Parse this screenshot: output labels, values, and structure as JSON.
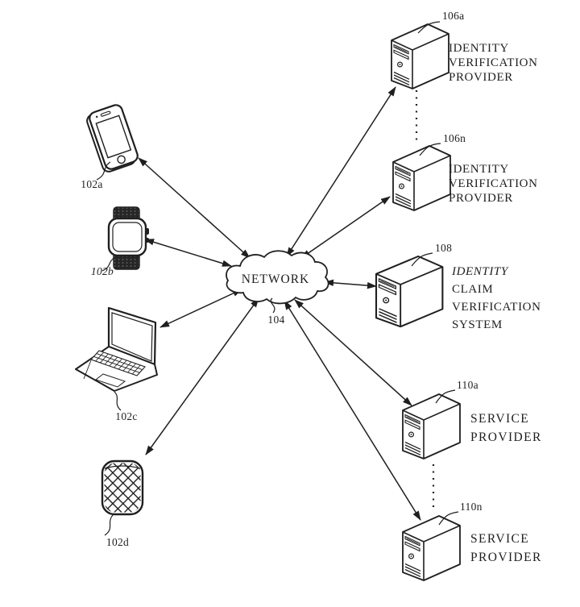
{
  "figure": {
    "background": "#ffffff",
    "ink": "#1f1f1f",
    "network": {
      "label": "NETWORK",
      "ref": "104"
    },
    "devices": [
      {
        "type": "smartphone",
        "ref": "102a"
      },
      {
        "type": "smartwatch",
        "ref": "102b"
      },
      {
        "type": "laptop",
        "ref": "102c"
      },
      {
        "type": "smart-speaker",
        "ref": "102d"
      }
    ],
    "servers": [
      {
        "ref": "106a",
        "lines": [
          "IDENTITY",
          "VERIFICATION",
          "PROVIDER"
        ]
      },
      {
        "ref": "106n",
        "lines": [
          "IDENTITY",
          "VERIFICATION",
          "PROVIDER"
        ]
      },
      {
        "ref": "108",
        "lines": [
          "IDENTITY",
          "CLAIM",
          "VERIFICATION",
          "SYSTEM"
        ]
      },
      {
        "ref": "110a",
        "lines": [
          "SERVICE",
          "PROVIDER"
        ]
      },
      {
        "ref": "110n",
        "lines": [
          "SERVICE",
          "PROVIDER"
        ]
      }
    ]
  }
}
